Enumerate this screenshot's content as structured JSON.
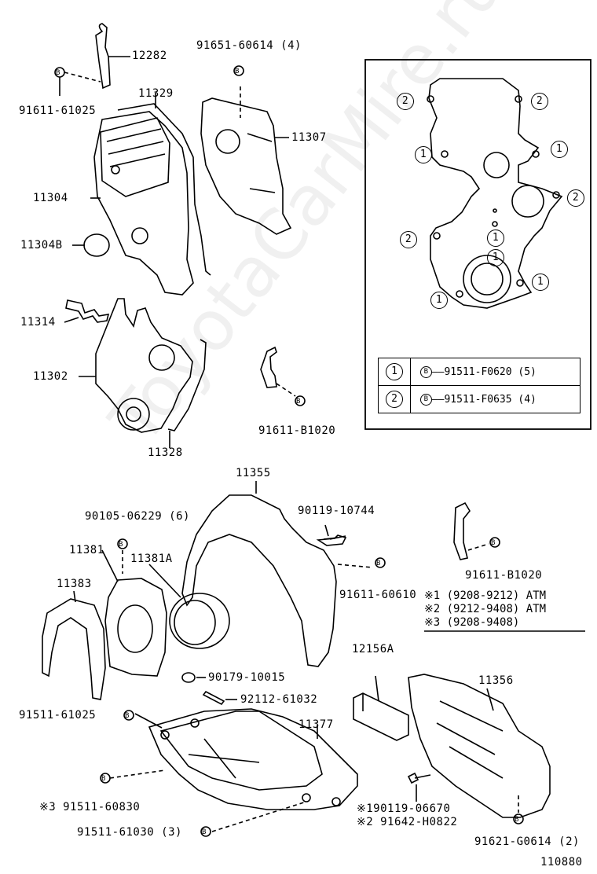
{
  "labels": {
    "p12282": "12282",
    "p91611_61025": "91611-61025",
    "p91651": "91651-60614 (4)",
    "p11329": "11329",
    "p11307": "11307",
    "p11304": "11304",
    "p11304B": "11304B",
    "p11314": "11314",
    "p11302": "11302",
    "p11328": "11328",
    "p91611_B1020a": "91611-B1020",
    "p11355": "11355",
    "p90119_10744": "90119-10744",
    "p90105": "90105-06229 (6)",
    "p11381": "11381",
    "p11381A": "11381A",
    "p11383": "11383",
    "p91611_60610": "91611-60610",
    "p91611_B1020b": "91611-B1020",
    "p90179": "90179-10015",
    "p92112": "92112-61032",
    "p91511_61025": "91511-61025",
    "p12156A": "12156A",
    "p11356": "11356",
    "p11377": "11377",
    "p91511_60830": "※3 91511-60830",
    "p90119_06670": "※190119-06670",
    "p91642": "※2 91642-H0822",
    "p91511_61030": "91511-61030 (3)",
    "p91621": "91621-G0614 (2)",
    "fig": "110880"
  },
  "legend": {
    "rows": [
      {
        "num": "1",
        "bolt": "B",
        "part": "91511-F0620 (5)"
      },
      {
        "num": "2",
        "bolt": "B",
        "part": "91511-F0635 (4)"
      }
    ]
  },
  "notes": [
    "※1 (9208-9212) ATM",
    "※2 (9212-9408) ATM",
    "※3 (9208-9408)"
  ],
  "callouts": [
    "2",
    "2",
    "1",
    "1",
    "2",
    "2",
    "1",
    "1",
    "1",
    "1"
  ],
  "bolt_symbol": "B",
  "watermark": "ToyotaCarMire.ru"
}
